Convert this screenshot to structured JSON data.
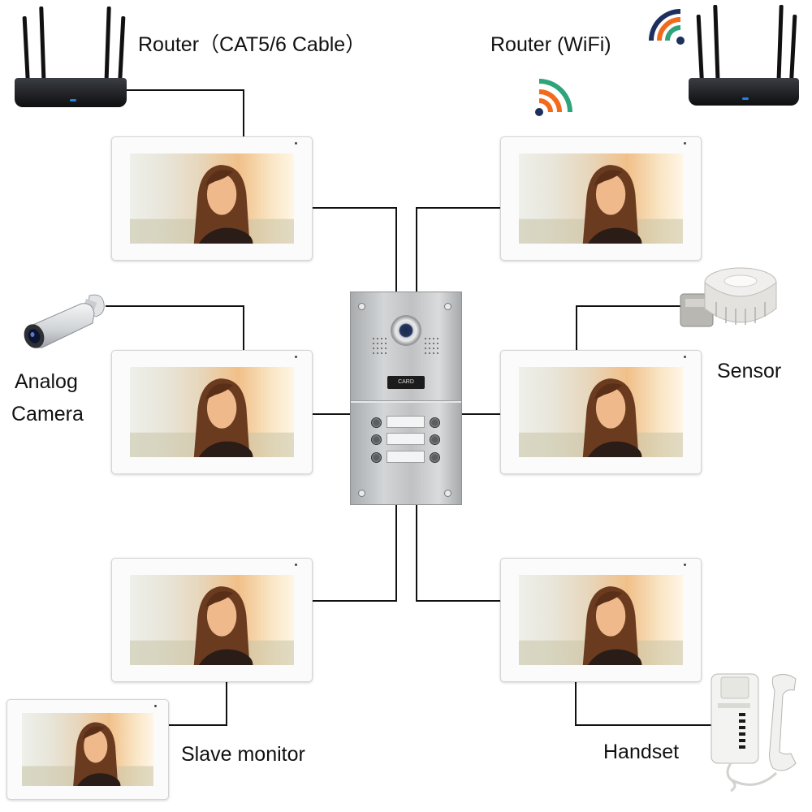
{
  "labels": {
    "router_cable": "Router（CAT5/6 Cable）",
    "router_wifi": "Router (WiFi)",
    "analog_camera_line1": "Analog",
    "analog_camera_line2": "Camera",
    "sensor": "Sensor",
    "slave_monitor": "Slave monitor",
    "handset": "Handset"
  },
  "door_panel": {
    "card_reader_text": "CARD",
    "buttons_per_side": 3
  },
  "colors": {
    "wire": "#111111",
    "wifi_orange": "#f26a1b",
    "wifi_green": "#2fa37a",
    "wifi_navy": "#1d2f5c",
    "router_led": "#2b7de0"
  },
  "icons": [
    "router-icon",
    "wifi-icon",
    "analog-camera-icon",
    "smoke-sensor-icon",
    "handset-icon",
    "door-station-icon"
  ]
}
